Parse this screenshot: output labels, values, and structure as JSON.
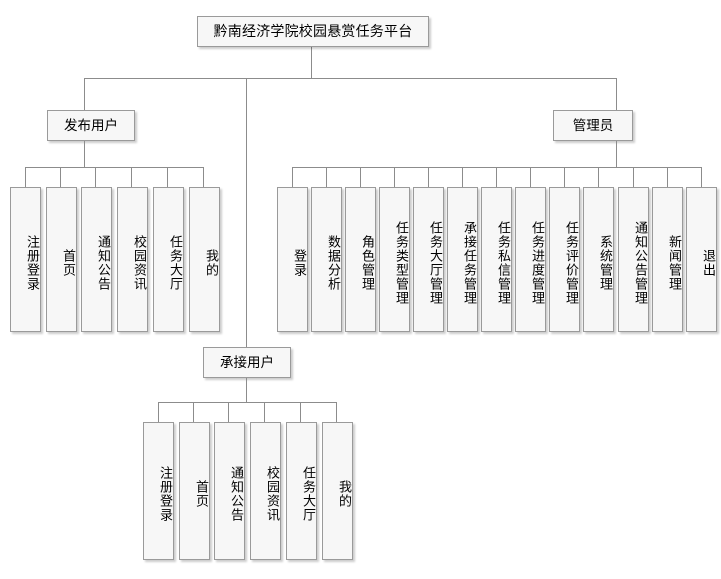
{
  "diagram": {
    "type": "org-chart",
    "title": "黔南经济学院校园悬赏任务平台",
    "root": {
      "label": "黔南经济学院校园悬赏任务平台"
    },
    "branches": [
      {
        "id": "publisher",
        "label": "发布用户",
        "leaves": [
          {
            "label": "注册登录"
          },
          {
            "label": "首页"
          },
          {
            "label": "通知公告"
          },
          {
            "label": "校园资讯"
          },
          {
            "label": "任务大厅"
          },
          {
            "label": "我的"
          }
        ]
      },
      {
        "id": "administrator",
        "label": "管理员",
        "leaves": [
          {
            "label": "登录"
          },
          {
            "label": "数据分析"
          },
          {
            "label": "角色管理"
          },
          {
            "label": "任务类型管理"
          },
          {
            "label": "任务大厅管理"
          },
          {
            "label": "承接任务管理"
          },
          {
            "label": "任务私信管理"
          },
          {
            "label": "任务进度管理"
          },
          {
            "label": "任务评价管理"
          },
          {
            "label": "系统管理"
          },
          {
            "label": "通知公告管理"
          },
          {
            "label": "新闻管理"
          },
          {
            "label": "退出"
          }
        ]
      },
      {
        "id": "acceptor",
        "label": "承接用户",
        "leaves": [
          {
            "label": "注册登录"
          },
          {
            "label": "首页"
          },
          {
            "label": "通知公告"
          },
          {
            "label": "校园资讯"
          },
          {
            "label": "任务大厅"
          },
          {
            "label": "我的"
          }
        ]
      }
    ],
    "colors": {
      "node_fill": "#f7f7f7",
      "node_border": "#9a9a9a",
      "connector": "#8c8c8c",
      "text": "#000000",
      "background": "#ffffff"
    }
  }
}
